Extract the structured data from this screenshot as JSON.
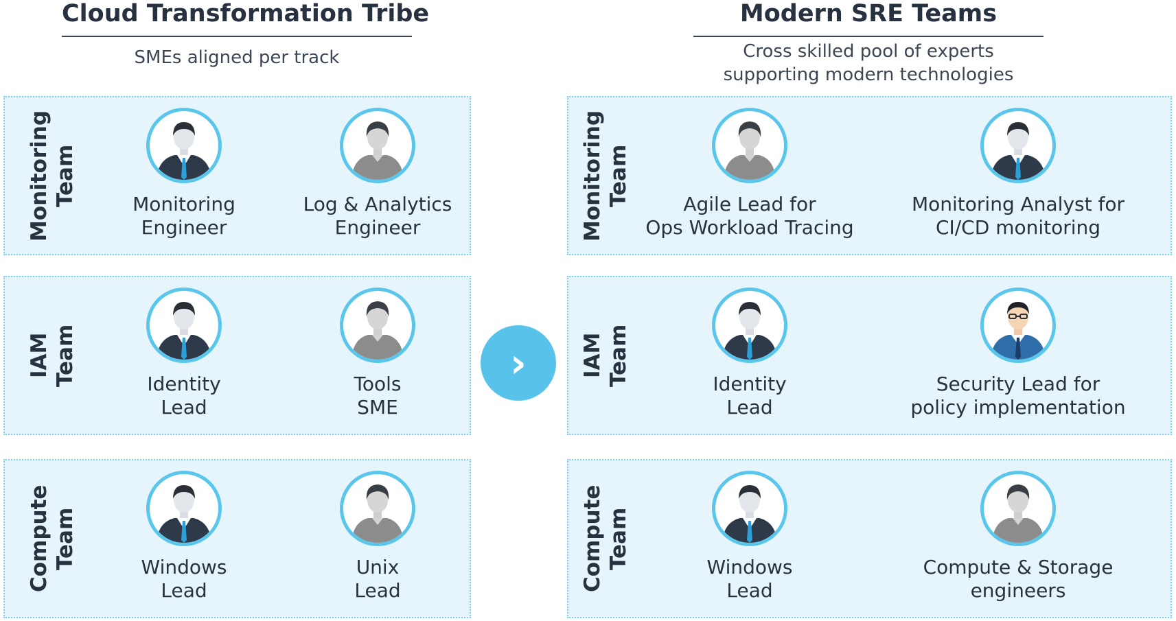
{
  "left": {
    "title": "Cloud Transformation Tribe",
    "subtitle": "SMEs aligned per track",
    "teams": [
      {
        "label": "Monitoring\nTeam",
        "roles": [
          {
            "name": "Monitoring\nEngineer",
            "avatar": "suit-person-icon"
          },
          {
            "name": "Log & Analytics\nEngineer",
            "avatar": "casual-person-icon"
          }
        ]
      },
      {
        "label": "IAM\nTeam",
        "roles": [
          {
            "name": "Identity\nLead",
            "avatar": "suit-person-icon"
          },
          {
            "name": "Tools\nSME",
            "avatar": "casual-person-icon"
          }
        ]
      },
      {
        "label": "Compute\nTeam",
        "roles": [
          {
            "name": "Windows\nLead",
            "avatar": "suit-person-icon"
          },
          {
            "name": "Unix\nLead",
            "avatar": "casual-person-icon"
          }
        ]
      }
    ]
  },
  "right": {
    "title": "Modern SRE Teams",
    "subtitle": "Cross skilled pool of experts\nsupporting modern technologies",
    "teams": [
      {
        "label": "Monitoring\nTeam",
        "roles": [
          {
            "name": "Agile Lead for\nOps Workload Tracing",
            "avatar": "casual-person-icon"
          },
          {
            "name": "Monitoring Analyst for\nCI/CD monitoring",
            "avatar": "suit-person-icon"
          }
        ]
      },
      {
        "label": "IAM\nTeam",
        "roles": [
          {
            "name": "Identity\nLead",
            "avatar": "suit-person-icon"
          },
          {
            "name": "Security Lead for\npolicy implementation",
            "avatar": "security-person-icon"
          }
        ]
      },
      {
        "label": "Compute\nTeam",
        "roles": [
          {
            "name": "Windows\nLead",
            "avatar": "suit-person-icon"
          },
          {
            "name": "Compute & Storage\nengineers",
            "avatar": "casual-person-icon"
          }
        ]
      }
    ]
  },
  "arrow": {
    "glyph": "›",
    "icon": "chevron-right-icon"
  },
  "colors": {
    "panel_bg": "#e6f5fc",
    "panel_border": "#7fcff0",
    "accent": "#5bc6ec",
    "text": "#27313f"
  }
}
